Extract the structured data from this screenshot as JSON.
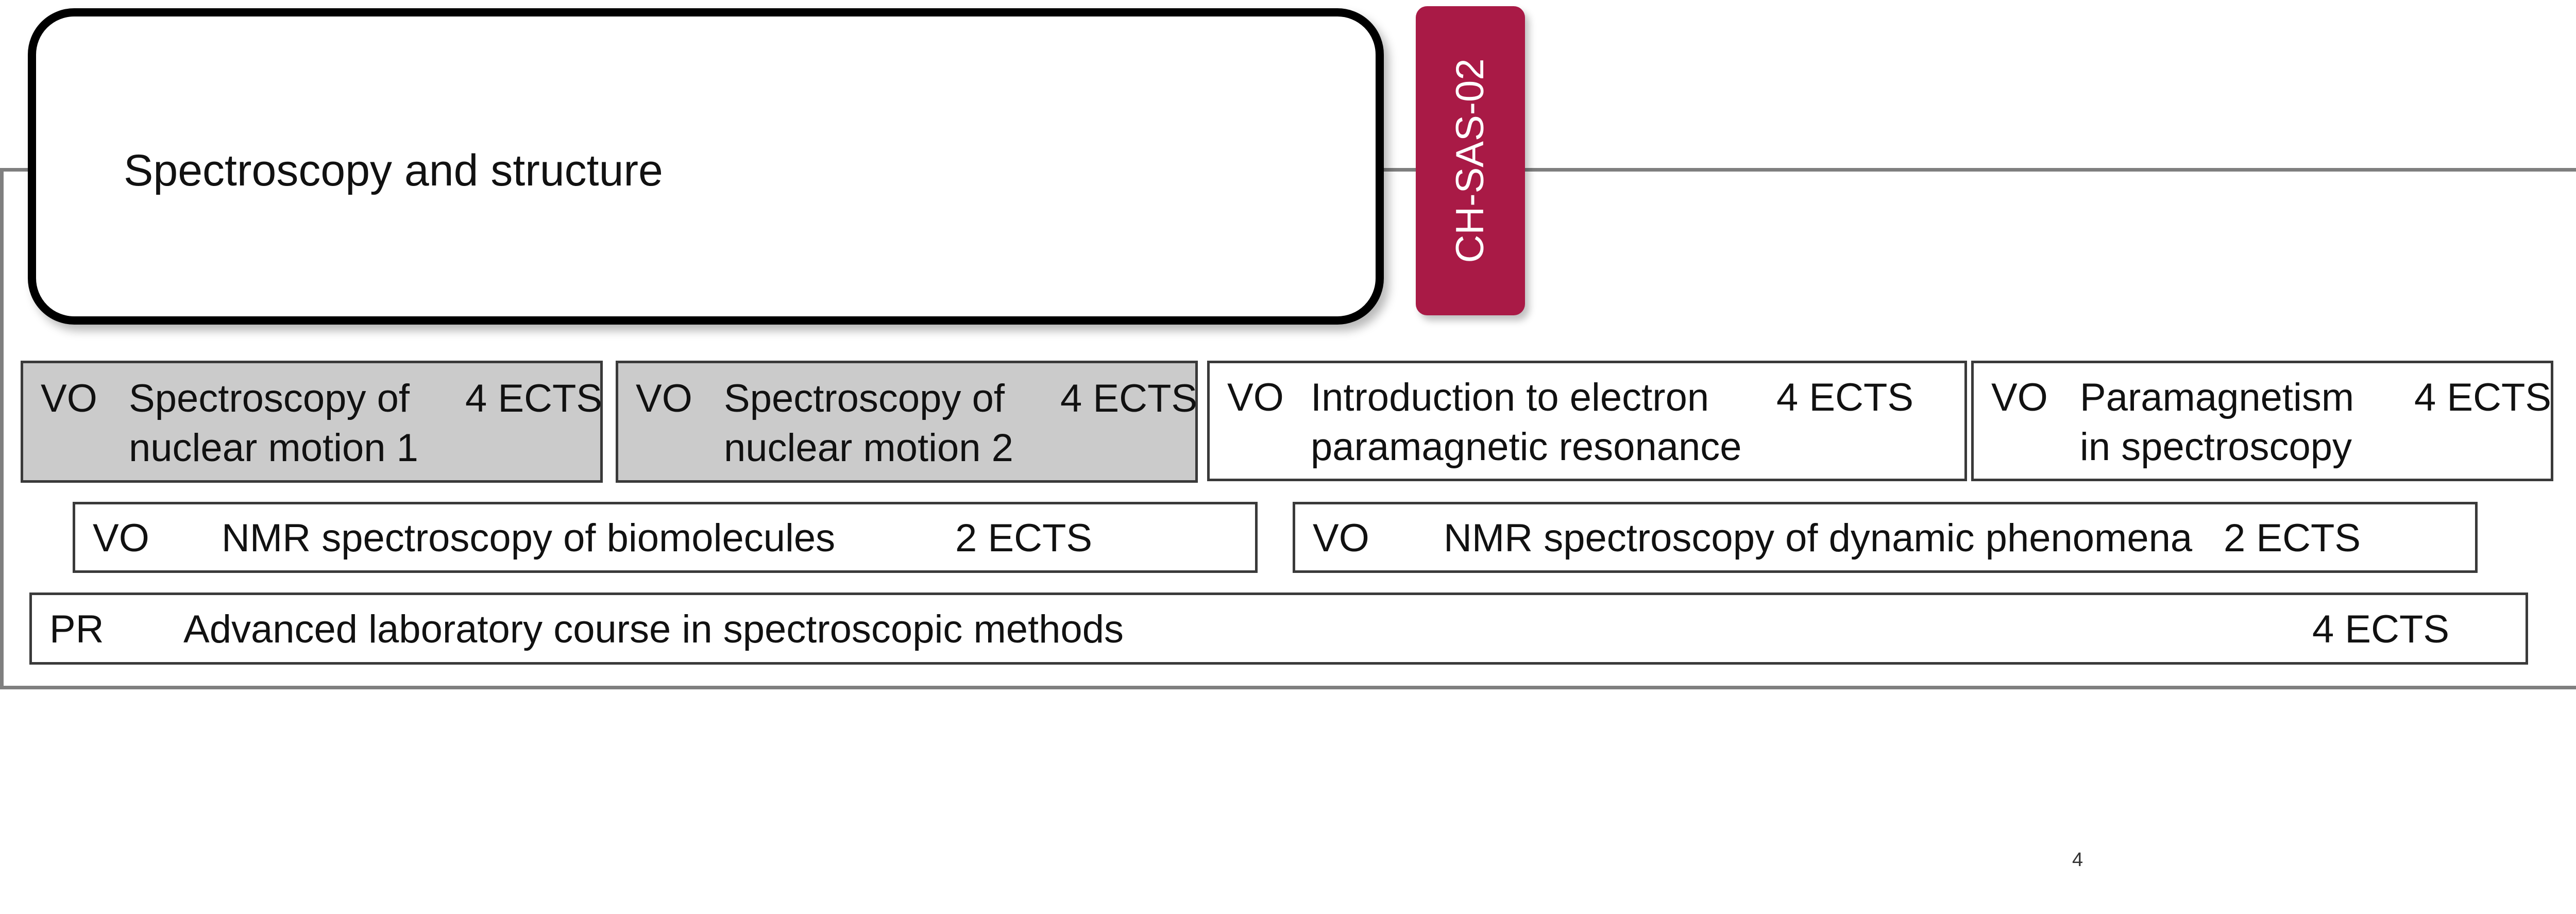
{
  "module": {
    "title": "Spectroscopy and structure",
    "code": "CH-SAS-02"
  },
  "courses": [
    {
      "type": "VO",
      "title_line1": "Spectroscopy of",
      "title_line2": "nuclear motion 1",
      "credits": "4 ECTS",
      "highlighted": true
    },
    {
      "type": "VO",
      "title_line1": "Spectroscopy of",
      "title_line2": "nuclear motion 2",
      "credits": "4 ECTS",
      "highlighted": true
    },
    {
      "type": "VO",
      "title_line1": "Introduction to electron",
      "title_line2": "paramagnetic resonance",
      "credits": "4 ECTS",
      "highlighted": false
    },
    {
      "type": "VO",
      "title_line1": "Paramagnetism",
      "title_line2": "in spectroscopy",
      "credits": "4 ECTS",
      "highlighted": false
    },
    {
      "type": "VO",
      "title_line1": "NMR spectroscopy of biomolecules",
      "credits": "2 ECTS",
      "highlighted": false
    },
    {
      "type": "VO",
      "title_line1": "NMR spectroscopy of dynamic phenomena",
      "credits": "2 ECTS",
      "highlighted": false
    },
    {
      "type": "PR",
      "title_line1": "Advanced laboratory course in spectroscopic methods",
      "credits": "4 ECTS",
      "highlighted": false
    }
  ],
  "page_number": "4"
}
